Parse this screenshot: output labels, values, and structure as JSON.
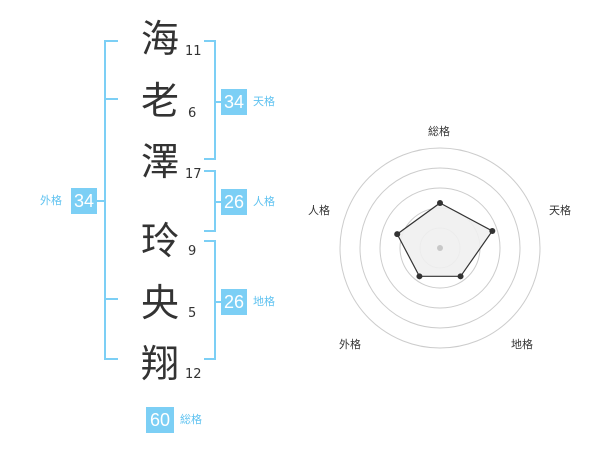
{
  "name_chars": [
    {
      "char": "海",
      "strokes": "11"
    },
    {
      "char": "老",
      "strokes": "6"
    },
    {
      "char": "澤",
      "strokes": "17"
    },
    {
      "char": "玲",
      "strokes": "9"
    },
    {
      "char": "央",
      "strokes": "5"
    },
    {
      "char": "翔",
      "strokes": "12"
    }
  ],
  "fortunes": {
    "tenkaku": {
      "label": "天格",
      "value": "34"
    },
    "jinkaku": {
      "label": "人格",
      "value": "26"
    },
    "chikaku": {
      "label": "地格",
      "value": "26"
    },
    "gaikaku": {
      "label": "外格",
      "value": "34"
    },
    "soukaku": {
      "label": "総格",
      "value": "60"
    }
  },
  "radar": {
    "labels": {
      "top": "総格",
      "right": "天格",
      "bottom_right": "地格",
      "bottom_left": "外格",
      "left": "人格"
    },
    "levels": [
      0.45,
      0.55,
      0.35,
      0.35,
      0.45
    ],
    "colors": {
      "ring": "#cccccc",
      "fill": "#f0f0f0",
      "outline": "#333333",
      "center": "#c8c8c8"
    }
  },
  "colors": {
    "accent": "#7ccff5"
  }
}
